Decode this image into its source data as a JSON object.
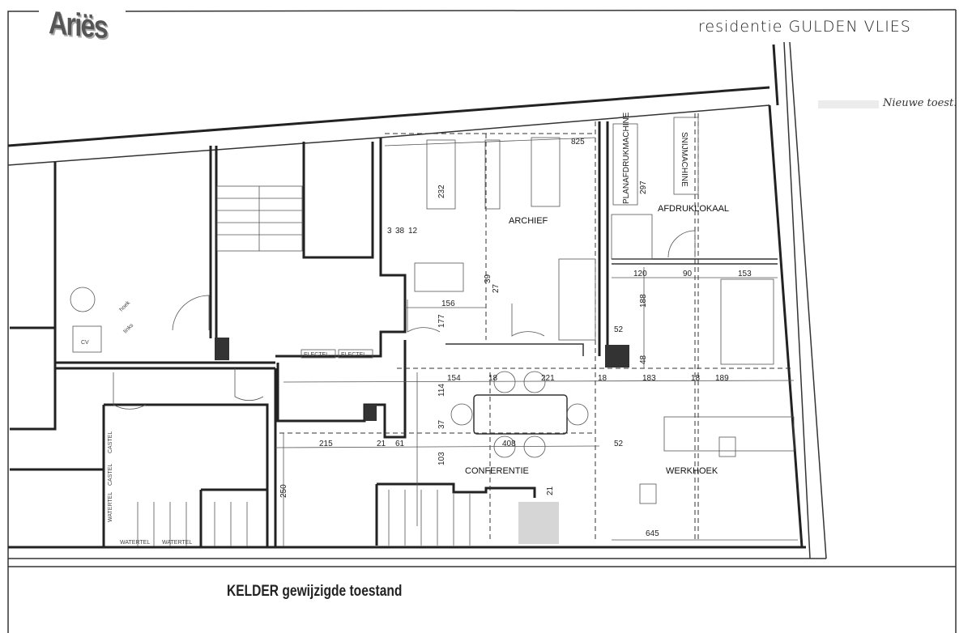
{
  "header": {
    "logo": "Ariës",
    "project": "residentie GULDEN VLIES",
    "handwritten_note": "Nieuwe toest."
  },
  "caption": "KELDER gewijzigde toestand",
  "rooms": {
    "archief": "ARCHIEF",
    "afdruklokaal": "AFDRUKLOKAAL",
    "conferentie": "CONFERENTIE",
    "werkhoek": "WERKHOEK"
  },
  "equipment": {
    "planafdrukmachine": "PLANAFDRUKMACHINE",
    "snijmachine": "SNIJMACHINE",
    "cv": "CV",
    "hoek": "hoek",
    "links": "links"
  },
  "meters": {
    "electel": "ELECTEL",
    "castel": "CASTEL",
    "watertel": "WATERTEL"
  },
  "dimensions": {
    "d825": "825",
    "d232": "232",
    "d297": "297",
    "d3": "3",
    "d38": "38",
    "d12": "12",
    "d120": "120",
    "d90": "90",
    "d153": "153",
    "d156": "156",
    "d177": "177",
    "d188": "188",
    "d52a": "52",
    "d48": "48",
    "d39": "39",
    "d27": "27",
    "d154": "154",
    "d18a": "18",
    "d221": "221",
    "d18b": "18",
    "d183": "183",
    "d18c": "18",
    "d189": "189",
    "d114": "114",
    "d37": "37",
    "d215": "215",
    "d21a": "21",
    "d61": "61",
    "d408": "408",
    "d52b": "52",
    "d103": "103",
    "d250": "250",
    "d21b": "21",
    "d645": "645"
  }
}
